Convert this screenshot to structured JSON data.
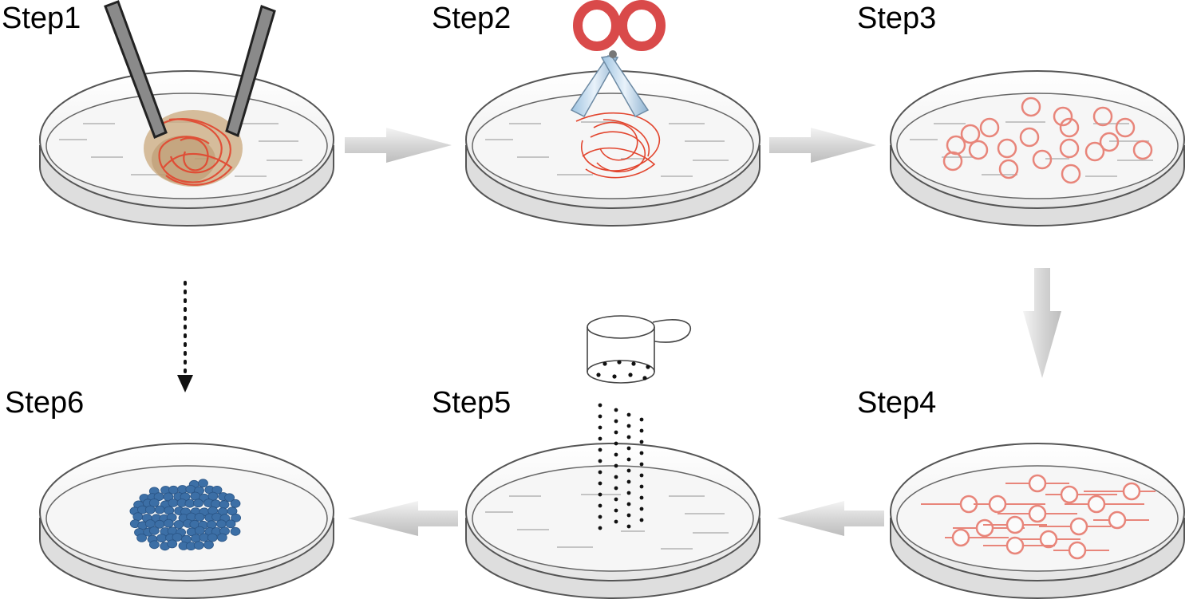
{
  "steps": [
    {
      "label": "Step1"
    },
    {
      "label": "Step2"
    },
    {
      "label": "Step3"
    },
    {
      "label": "Step4"
    },
    {
      "label": "Step5"
    },
    {
      "label": "Step6"
    }
  ],
  "colors": {
    "tissue_red": "#e2452e",
    "tissue_tan": "#c9a87c",
    "ring_pink": "#e8857a",
    "cell_blue": "#3c6fa6",
    "dish_outline": "#555555",
    "dish_fill": "#f2f2f2",
    "arrow_gray": "#cccccc",
    "scissors_red": "#d94a4a",
    "forceps_gray": "#8a8a8a"
  }
}
